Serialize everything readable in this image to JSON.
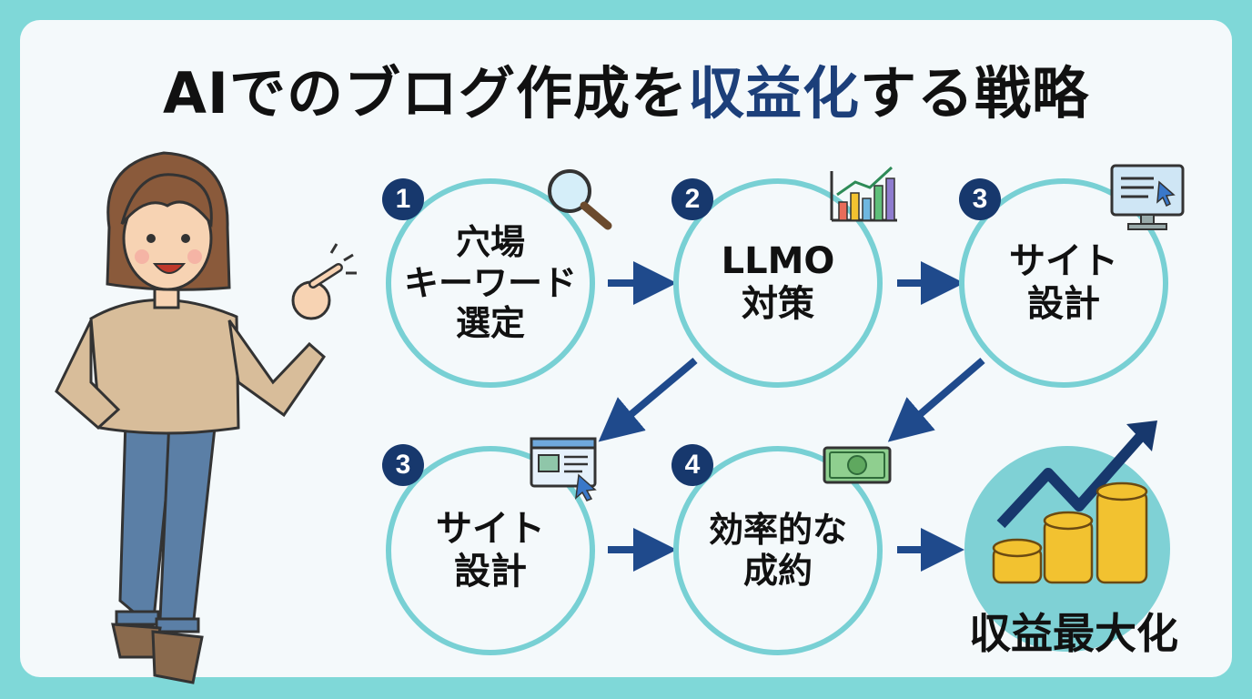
{
  "title": {
    "prefix": "AIでのブログ作成を",
    "highlight": "収益化",
    "suffix": "する戦略"
  },
  "steps": [
    {
      "number": "1",
      "label": "穴場\nキーワード\n選定",
      "icon": "magnifier-icon"
    },
    {
      "number": "2",
      "label": "LLMO\n対策",
      "icon": "bar-chart-icon"
    },
    {
      "number": "3",
      "label": "サイト\n設計",
      "icon": "monitor-icon"
    },
    {
      "number": "3",
      "label": "サイト\n設計",
      "icon": "browser-window-icon"
    },
    {
      "number": "4",
      "label": "効率的な\n成約",
      "icon": "money-bill-icon"
    }
  ],
  "goal": {
    "label": "収益最大化",
    "icon": "coin-stacks-rising-arrow-icon"
  },
  "colors": {
    "background": "#7fd8d8",
    "card": "#f4f9fb",
    "circle_border": "#78d0d4",
    "number_badge": "#17386d",
    "arrow": "#1f4a8c",
    "title_highlight": "#1c3f7a",
    "coin": "#f2c230"
  }
}
